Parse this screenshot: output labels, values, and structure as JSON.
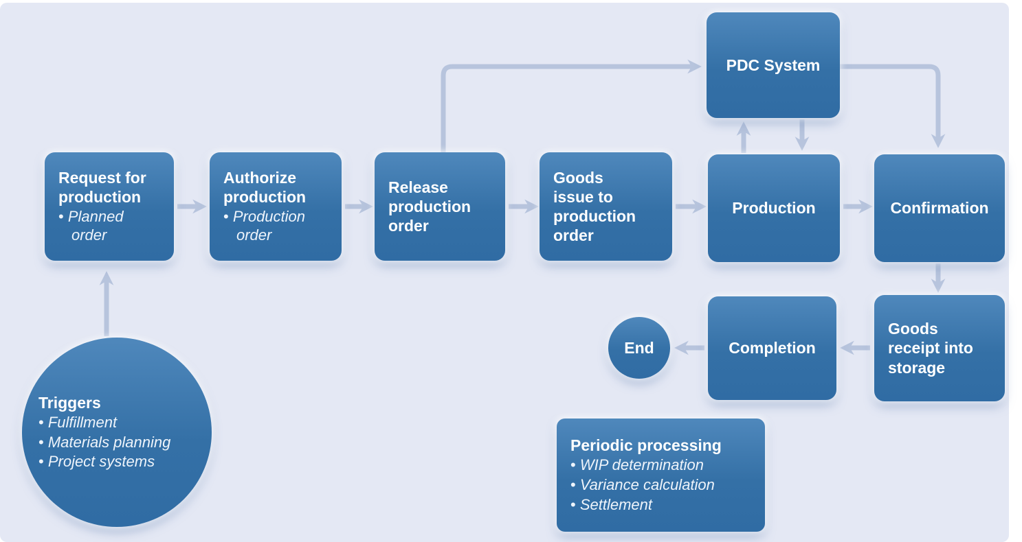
{
  "colors": {
    "background": "#e4e8f4",
    "node_top": "#4f88bc",
    "node_mid": "#3470a6",
    "node_bottom": "#306ca4",
    "connector": "#b7c4dd",
    "text": "#ffffff"
  },
  "nodes": {
    "request": {
      "title": "Request for production",
      "bullets": [
        "Planned order"
      ]
    },
    "authorize": {
      "title": "Authorize production",
      "bullets": [
        "Production order"
      ]
    },
    "release": {
      "title": "Release production order"
    },
    "goods_issue": {
      "title": "Goods issue to production order"
    },
    "production": {
      "title": "Production"
    },
    "confirmation": {
      "title": "Confirmation"
    },
    "pdc": {
      "title": "PDC System"
    },
    "goods_receipt": {
      "title": "Goods receipt into storage"
    },
    "completion": {
      "title": "Completion"
    },
    "end": {
      "title": "End"
    },
    "triggers": {
      "title": "Triggers",
      "bullets": [
        "Fulfillment",
        "Materials planning",
        "Project systems"
      ]
    },
    "periodic": {
      "title": "Periodic processing",
      "bullets": [
        "WIP determination",
        "Variance calculation",
        "Settlement"
      ]
    }
  },
  "edges": [
    {
      "from": "triggers",
      "to": "request"
    },
    {
      "from": "request",
      "to": "authorize"
    },
    {
      "from": "authorize",
      "to": "release"
    },
    {
      "from": "release",
      "to": "goods_issue"
    },
    {
      "from": "release",
      "to": "pdc"
    },
    {
      "from": "goods_issue",
      "to": "production"
    },
    {
      "from": "production",
      "to": "pdc"
    },
    {
      "from": "pdc",
      "to": "production"
    },
    {
      "from": "production",
      "to": "confirmation"
    },
    {
      "from": "pdc",
      "to": "confirmation"
    },
    {
      "from": "confirmation",
      "to": "goods_receipt"
    },
    {
      "from": "goods_receipt",
      "to": "completion"
    },
    {
      "from": "completion",
      "to": "end"
    }
  ]
}
